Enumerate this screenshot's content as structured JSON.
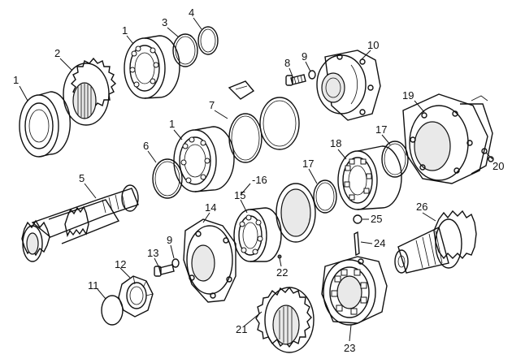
{
  "diagram": {
    "callouts": [
      {
        "id": "c1a",
        "text": "1"
      },
      {
        "id": "c2",
        "text": "2"
      },
      {
        "id": "c1b",
        "text": "1"
      },
      {
        "id": "c3",
        "text": "3"
      },
      {
        "id": "c4",
        "text": "4"
      },
      {
        "id": "c10",
        "text": "10"
      },
      {
        "id": "c8",
        "text": "8"
      },
      {
        "id": "c9a",
        "text": "9"
      },
      {
        "id": "c7",
        "text": "7"
      },
      {
        "id": "c19",
        "text": "19"
      },
      {
        "id": "c1c",
        "text": "1"
      },
      {
        "id": "c6",
        "text": "6"
      },
      {
        "id": "c16",
        "text": "-16"
      },
      {
        "id": "c17a",
        "text": "17"
      },
      {
        "id": "c18",
        "text": "18"
      },
      {
        "id": "c17b",
        "text": "17"
      },
      {
        "id": "c20",
        "text": "20"
      },
      {
        "id": "c5",
        "text": "5"
      },
      {
        "id": "c15",
        "text": "15"
      },
      {
        "id": "c14",
        "text": "14"
      },
      {
        "id": "c26",
        "text": "26"
      },
      {
        "id": "c25",
        "text": "25"
      },
      {
        "id": "c24",
        "text": "24"
      },
      {
        "id": "c9b",
        "text": "9"
      },
      {
        "id": "c13",
        "text": "13"
      },
      {
        "id": "c12",
        "text": "12"
      },
      {
        "id": "c22",
        "text": "22"
      },
      {
        "id": "c11",
        "text": "11"
      },
      {
        "id": "c21",
        "text": "21"
      },
      {
        "id": "c23",
        "text": "23"
      }
    ]
  }
}
